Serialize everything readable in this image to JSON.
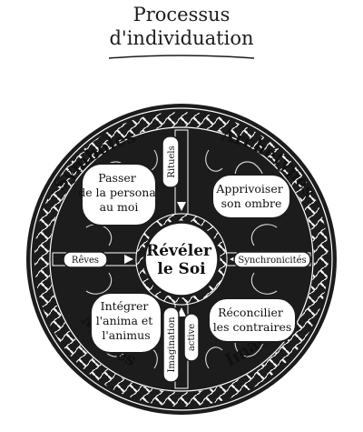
{
  "title_line1": "Processus",
  "title_line2": "d'individuation",
  "center": {
    "line1": "Révéler",
    "line2": "le Soi"
  },
  "outer_ring": {
    "top_left": "Symboles",
    "top_right": "Archétypes",
    "bottom_left": "Mythes",
    "bottom_right": "Images"
  },
  "quadrants": {
    "top_left": [
      "Passer",
      "de la persona",
      "au moi"
    ],
    "top_right": [
      "Apprivoiser",
      "son ombre"
    ],
    "bottom_left": [
      "Intégrer",
      "l'anima et",
      "l'animus"
    ],
    "bottom_right": [
      "Réconcilier",
      "les contraires"
    ]
  },
  "spokes": {
    "top": "Rituels",
    "left": "Rêves",
    "right": "Synchronicités",
    "bottom_a": "Imagination",
    "bottom_b": "active"
  },
  "colors": {
    "ink": "#1c1c1c",
    "paper": "#ffffff"
  }
}
